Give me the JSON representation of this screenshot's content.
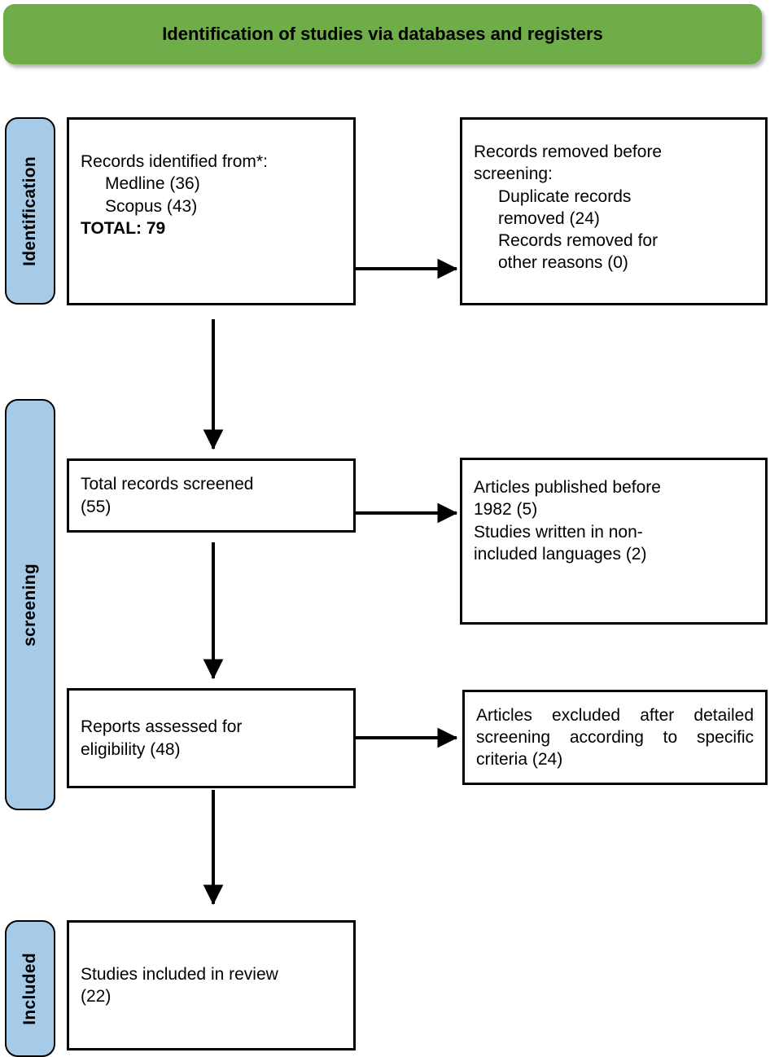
{
  "header": {
    "title": "Identification of studies via databases and registers",
    "background_color": "#6FAD48",
    "text_color": "#000000"
  },
  "theme": {
    "stage_pill_color": "#A6CBE8",
    "box_border_color": "#000000",
    "box_fill_color": "#FFFFFF",
    "connector_color": "#000000"
  },
  "stages": [
    {
      "id": "identification",
      "label": "Identification"
    },
    {
      "id": "screening",
      "label": "screening"
    },
    {
      "id": "included",
      "label": "Included"
    }
  ],
  "boxes": {
    "records_identified": {
      "lines": [
        "Records identified from*:",
        "Medline (36)",
        "Scopus (43)",
        "TOTAL: 79"
      ],
      "counts": {
        "medline": 36,
        "scopus": 43,
        "total": 79
      }
    },
    "records_removed": {
      "lines": [
        "Records removed before",
        "screening:",
        "Duplicate records",
        "removed (24)",
        "Records removed for",
        "other reasons (0)"
      ],
      "counts": {
        "duplicate_records_removed": 24,
        "removed_other_reasons": 0
      }
    },
    "records_screened": {
      "lines": [
        "Total records screened",
        "(55)"
      ],
      "counts": {
        "total_screened": 55
      }
    },
    "records_excluded_screening": {
      "lines": [
        "Articles published before",
        "1982 (5)",
        "Studies written in non-",
        "included languages (2)"
      ],
      "counts": {
        "published_before_1982": 5,
        "non_included_languages": 2
      }
    },
    "reports_assessed": {
      "lines": [
        "Reports assessed for",
        "eligibility (48)"
      ],
      "counts": {
        "assessed_for_eligibility": 48
      }
    },
    "reports_excluded": {
      "text": "Articles excluded after detailed screening according to specific criteria (24)",
      "counts": {
        "excluded_after_detailed_screening": 24
      }
    },
    "studies_included": {
      "lines": [
        "Studies included in review",
        "(22)"
      ],
      "counts": {
        "included_in_review": 22
      }
    }
  }
}
